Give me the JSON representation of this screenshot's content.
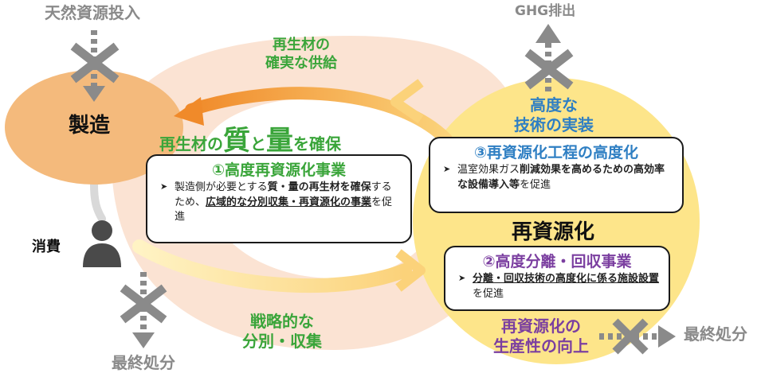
{
  "colors": {
    "orange": "#f0902a",
    "light_orange": "#f7c9a3",
    "yellow": "#fde58a",
    "yellow_pale": "#fff3c4",
    "peach": "#fbe3d3",
    "green": "#3aa53a",
    "blue": "#2f7fc3",
    "purple": "#7b3fa0",
    "gray": "#8a8a8a",
    "dark_gray": "#555555"
  },
  "labels": {
    "natural_input": "天然資源投入",
    "ghg": "GHG排出",
    "supply_l1": "再生材の",
    "supply_l2": "確実な供給",
    "manufacture": "製造",
    "quality_a": "再生材の",
    "quality_b": "質",
    "quality_c": "と",
    "quality_d": "量",
    "quality_e": "を確保",
    "tech_l1": "高度な",
    "tech_l2": "技術の実装",
    "consume": "消費",
    "recycling": "再資源化",
    "strategic_l1": "戦略的な",
    "strategic_l2": "分別・収集",
    "productivity_l1": "再資源化の",
    "productivity_l2": "生産性の向上",
    "final_disposal_left": "最終処分",
    "final_disposal_right": "最終処分"
  },
  "box1": {
    "title": "①高度再資源化事業",
    "s1": "製造側が必要とする",
    "s2": "質・量の再生材を確保",
    "s3": "するため、",
    "s4": "広域的な分別収集・再資源化の事業",
    "s5": "を促進"
  },
  "box2": {
    "title": "②高度分離・回収事業",
    "s1": "分離・回収技術の高度化に係る施設設置",
    "s2": "を促進"
  },
  "box3": {
    "title": "③再資源化工程の高度化",
    "s1": "温室効果ガス",
    "s2": "削減効果を高めるための高効率な設備導入等",
    "s3": "を促進"
  },
  "icons": {
    "blocked": "x-mark-icon",
    "arrow": "dotted-arrow-icon",
    "person": "person-icon",
    "bullet": "triangle-bullet-icon"
  }
}
